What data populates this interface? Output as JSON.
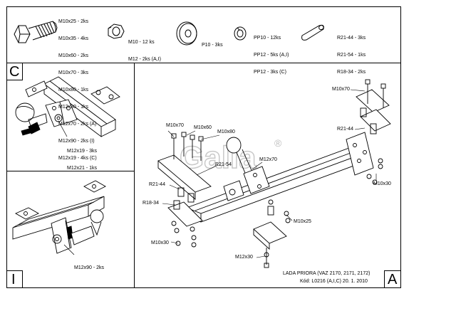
{
  "parts_legend": {
    "bolts_list": [
      "M10x25 - 2ks",
      "M10x35 - 4ks",
      "M10x60 - 2ks",
      "M10x70 - 3ks",
      "M10x80 - 1ks",
      "M12x30 - 1ks",
      "M12x70 - 2ks (A)",
      "M12x90 - 2ks (I)",
      "M12x19 - 4ks (C)"
    ],
    "nuts_list": [
      "M10 - 12 ks",
      "M12 - 2ks (A,I)"
    ],
    "washer_list": [
      "P10 - 3ks"
    ],
    "spring_washer_list": [
      "PP10 - 12ks",
      "PP12 - 5ks (A,I)",
      "PP12 - 3ks (C)"
    ],
    "spacer_list": [
      "R21-44 - 3ks",
      "R21-54 - 1ks",
      "R18-34 - 2ks"
    ]
  },
  "panel_c": {
    "letter": "C",
    "labels": [
      "M12x19 - 3ks",
      "M12x21 - 1ks"
    ]
  },
  "panel_i": {
    "letter": "I",
    "labels": [
      "M12x90 - 2ks"
    ]
  },
  "panel_a": {
    "letter": "A",
    "callouts": {
      "m10x70_top": "M10x70",
      "r21_44_right": "R21-44",
      "m10x30_right": "M10x30",
      "m10x70_left": "M10x70",
      "m10x60": "M10x60",
      "m10x80": "M10x80",
      "r21_54": "R21-54",
      "m12x70": "M12x70",
      "r21_44_left": "R21-44",
      "r18_34": "R18-34",
      "m10x25": "M10x25",
      "m10x30_left": "M10x30",
      "m12x30": "M12x30"
    },
    "vehicle": "LADA PRIORA (VAZ 2170, 2171, 2172)",
    "code": "Kód: L0216 (A,I,C)  20. 1. 2010",
    "watermark": "®"
  }
}
